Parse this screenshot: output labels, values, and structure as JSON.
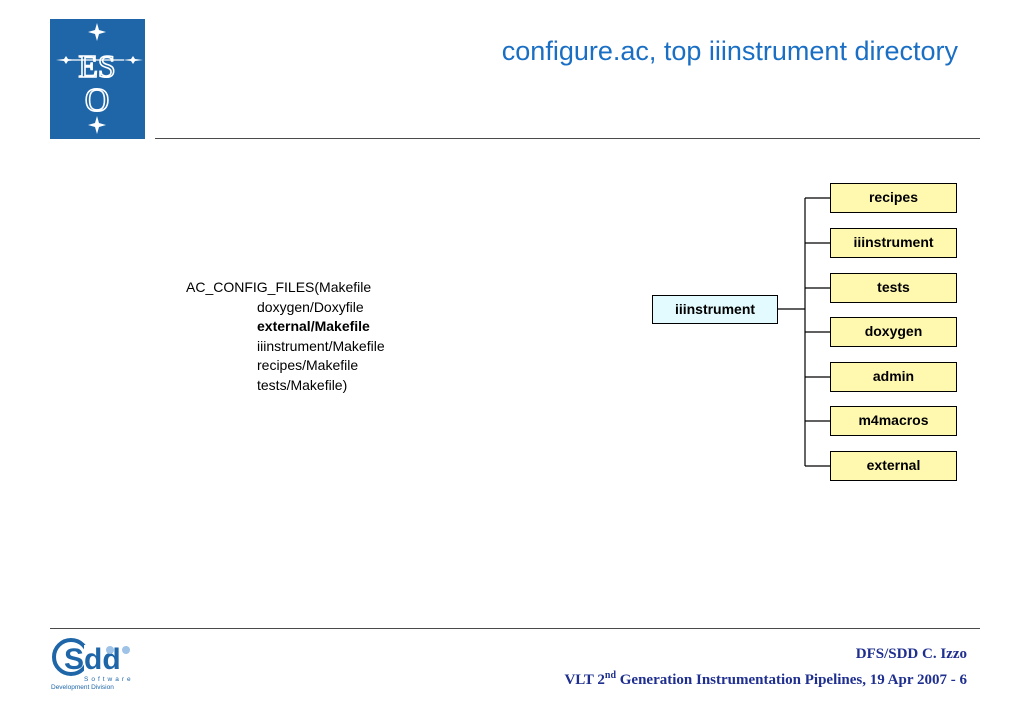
{
  "slide": {
    "title": "configure.ac, top iiinstrument directory"
  },
  "logo": {
    "eso_text_top": "ES",
    "eso_text_bottom": "O",
    "sdd_big": "Sdd",
    "sdd_software": "Software",
    "sdd_division": "Development Division"
  },
  "config": {
    "prefix": "AC_CONFIG_FILES(",
    "line1": "Makefile",
    "line2": "doxygen/Doxyfile",
    "line3_bold_a": "external",
    "line3_bold_b": "/Makefile",
    "line4": "iiinstrument/Makefile",
    "line5": "recipes/Makefile",
    "line6": "tests/Makefile)"
  },
  "tree": {
    "root": "iiinstrument",
    "children": [
      "recipes",
      "iiinstrument",
      "tests",
      "doxygen",
      "admin",
      "m4macros",
      "external"
    ]
  },
  "footer": {
    "line1": "DFS/SDD C. Izzo",
    "line2_pre": "VLT 2",
    "line2_sup": "nd",
    "line2_post": " Generation Instrumentation Pipelines, 19 Apr 2007 - 6"
  },
  "colors": {
    "title": "#1a6fc4",
    "eso_blue": "#1e66a8",
    "root_fill": "#e3fbff",
    "child_fill": "#fff9b0",
    "footer": "#1f2f8f"
  }
}
